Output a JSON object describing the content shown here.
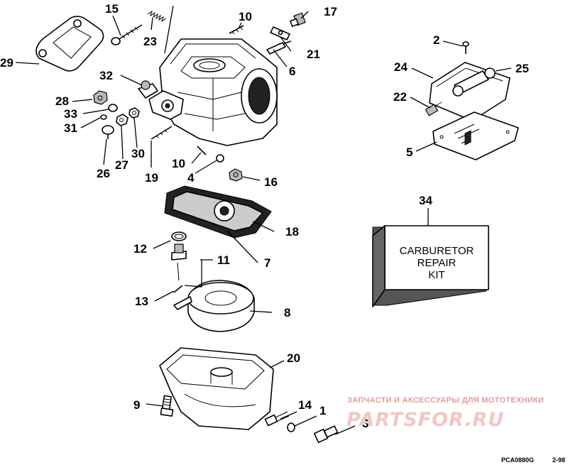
{
  "diagram": {
    "kit_label": {
      "line1": "CARBURETOR",
      "line2": "REPAIR",
      "line3": "KIT"
    },
    "watermark": {
      "subtitle": "ЗАПЧАСТИ И АКСЕССУАРЫ ДЛЯ МОТОТЕХНИКИ",
      "brand": "PARTSFOR.RU"
    },
    "drawing_code": "PCA0880G",
    "drawing_date": "2-98",
    "callouts": {
      "c1": "1",
      "c2": "2",
      "c3": "3",
      "c4": "4",
      "c5": "5",
      "c6": "6",
      "c7": "7",
      "c8": "8",
      "c9": "9",
      "c10a": "10",
      "c10b": "10",
      "c11": "11",
      "c12": "12",
      "c13": "13",
      "c14": "14",
      "c15": "15",
      "c16": "16",
      "c17": "17",
      "c18": "18",
      "c19": "19",
      "c20": "20",
      "c21": "21",
      "c22": "22",
      "c23": "23",
      "c24": "24",
      "c25": "25",
      "c26": "26",
      "c27": "27",
      "c28": "28",
      "c29": "29",
      "c30": "30",
      "c31": "31",
      "c32": "32",
      "c33": "33",
      "c34": "34"
    }
  }
}
